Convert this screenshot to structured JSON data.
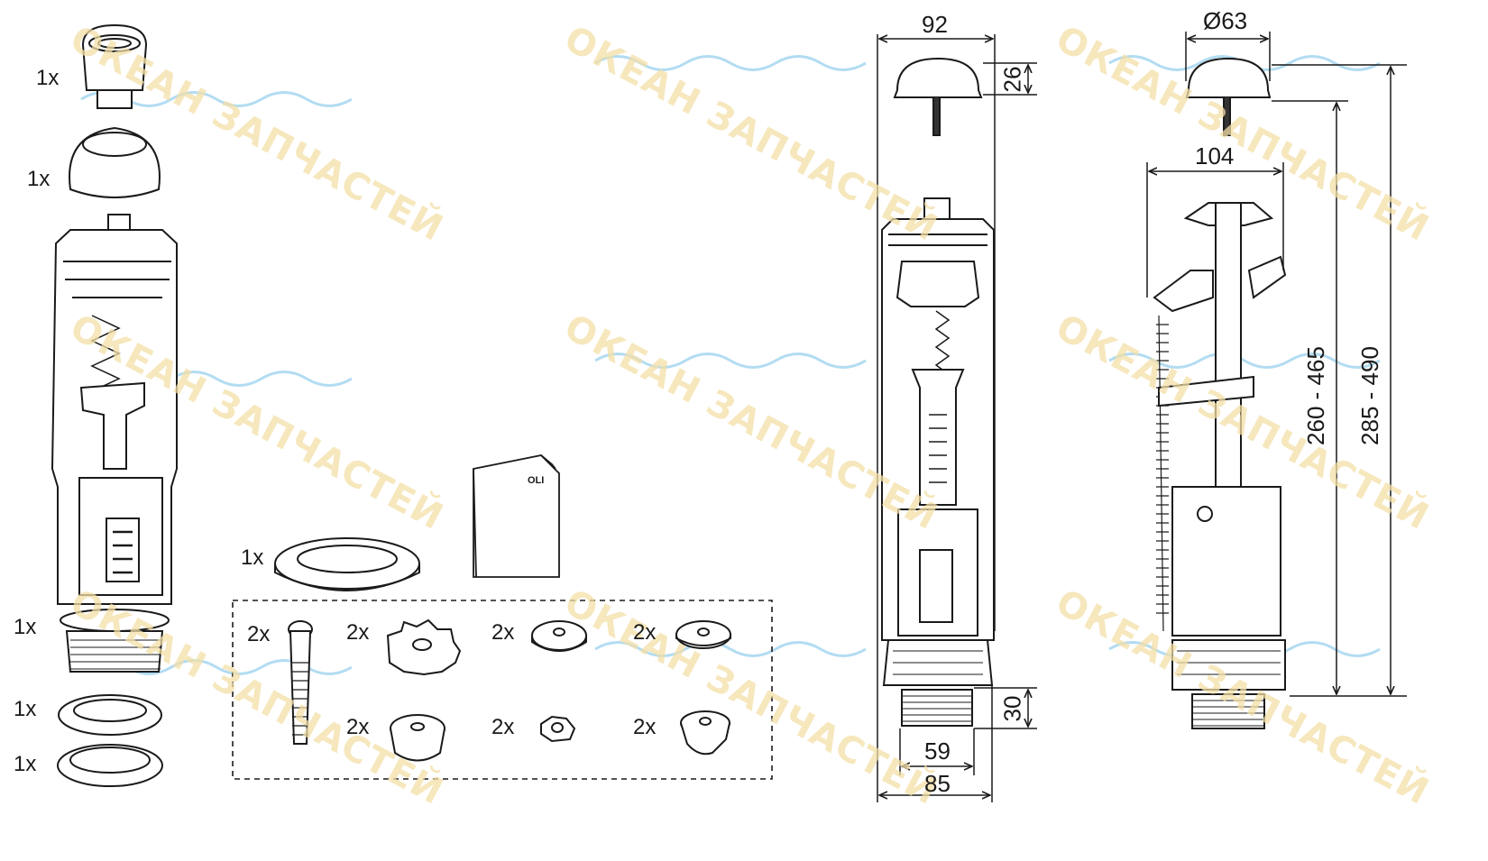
{
  "watermark": {
    "text": "ОКЕАН ЗАПЧАСТЕЙ",
    "color": "#f3dfa8",
    "wave_color": "#9fd3ef"
  },
  "parts_list": {
    "push_button_qty": "1x",
    "cover_ring_qty": "1x",
    "flush_valve_qty": "1x",
    "seal_ring_qty": "1x",
    "lock_nut_qty": "1x",
    "flat_gasket_qty": "1x"
  },
  "manual": {
    "brand": "OLI"
  },
  "hardware_kit": {
    "bolt_qty": "2x",
    "star_spacer_qty": "2x",
    "rubber_washer_qty": "2x",
    "flat_washer_qty": "2x",
    "cone_washer_qty": "2x",
    "hex_nut_qty": "2x",
    "wedge_washer_qty": "2x"
  },
  "dimensions": {
    "front": {
      "button_width": "92",
      "button_height": "26",
      "thread_height": "30",
      "thread_width": "59",
      "base_width": "85"
    },
    "side": {
      "button_diameter": "Ø63",
      "body_width": "104",
      "adjust_range_valve": "260 - 465",
      "adjust_range_total": "285 - 490"
    }
  }
}
